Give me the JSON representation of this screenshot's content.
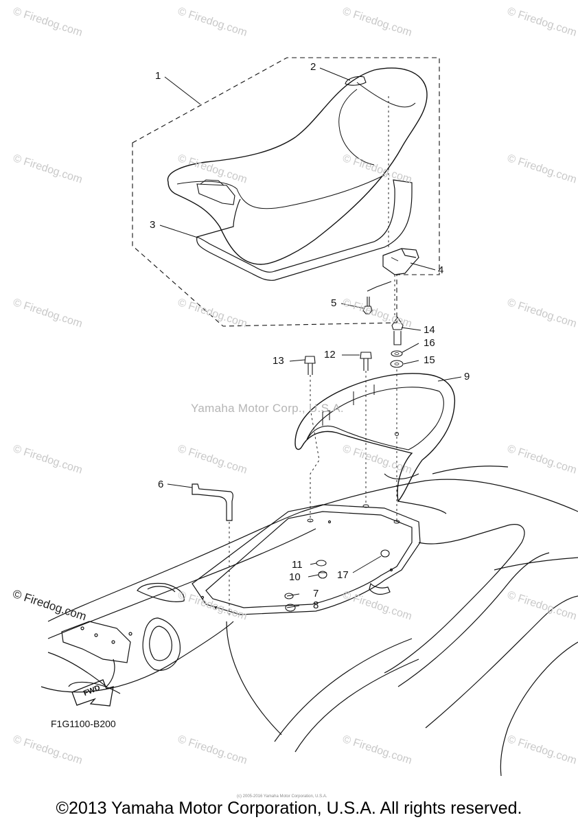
{
  "watermark": "© Firedog.com",
  "watermark_dark": "© Firedog.com",
  "center_watermark": "Yamaha Motor Corp., U.S.A.",
  "diagram_code": "F1G1100-B200",
  "fwd_label": "FWD",
  "small_print": "(c) 2005-2016 Yamaha Motor Corporation, U.S.A.",
  "copyright": "©2013 Yamaha Motor Corporation, U.S.A. All rights reserved.",
  "callouts": [
    {
      "id": "1",
      "label": "1"
    },
    {
      "id": "2",
      "label": "2"
    },
    {
      "id": "3",
      "label": "3"
    },
    {
      "id": "4",
      "label": "4"
    },
    {
      "id": "5",
      "label": "5"
    },
    {
      "id": "6",
      "label": "6"
    },
    {
      "id": "7",
      "label": "7"
    },
    {
      "id": "8",
      "label": "8"
    },
    {
      "id": "9",
      "label": "9"
    },
    {
      "id": "10",
      "label": "10"
    },
    {
      "id": "11",
      "label": "11"
    },
    {
      "id": "12",
      "label": "12"
    },
    {
      "id": "13",
      "label": "13"
    },
    {
      "id": "14",
      "label": "14"
    },
    {
      "id": "15",
      "label": "15"
    },
    {
      "id": "16",
      "label": "16"
    },
    {
      "id": "17",
      "label": "17"
    }
  ]
}
